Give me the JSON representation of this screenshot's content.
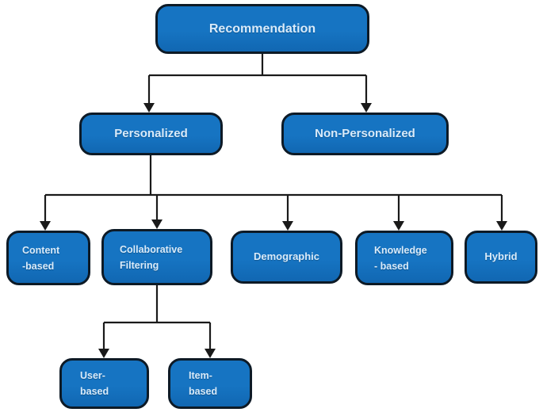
{
  "diagram": {
    "type": "flowchart-taxonomy",
    "nodes": {
      "recommendation": {
        "label": "Recommendation"
      },
      "personalized": {
        "label": "Personalized"
      },
      "non_personalized": {
        "label": "Non-Personalized"
      },
      "content_based": {
        "label": "Content\n-based"
      },
      "collaborative": {
        "label": "Collaborative\nFiltering"
      },
      "demographic": {
        "label": "Demographic"
      },
      "knowledge_based": {
        "label": "Knowledge\n- based"
      },
      "hybrid": {
        "label": "Hybrid"
      },
      "user_based": {
        "label": "User-\nbased"
      },
      "item_based": {
        "label": "Item-\nbased"
      }
    },
    "edges": [
      {
        "from": "recommendation",
        "to": "personalized"
      },
      {
        "from": "recommendation",
        "to": "non_personalized"
      },
      {
        "from": "personalized",
        "to": "content_based"
      },
      {
        "from": "personalized",
        "to": "collaborative"
      },
      {
        "from": "personalized",
        "to": "demographic"
      },
      {
        "from": "personalized",
        "to": "knowledge_based"
      },
      {
        "from": "personalized",
        "to": "hybrid"
      },
      {
        "from": "collaborative",
        "to": "user_based"
      },
      {
        "from": "collaborative",
        "to": "item_based"
      }
    ]
  },
  "colors": {
    "node_fill": "#1674c2",
    "node_fill_dark": "#1167b2",
    "node_border": "#0d1a26",
    "node_text": "#d9ebfa",
    "connector": "#1a1a1a",
    "background": "#ffffff"
  }
}
